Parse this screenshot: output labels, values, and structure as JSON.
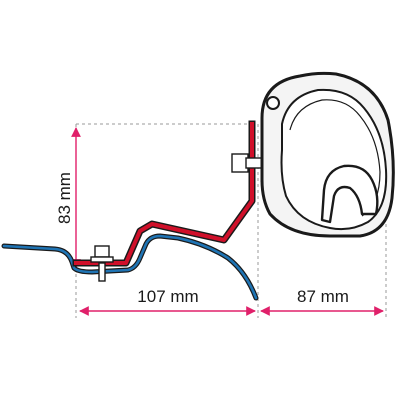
{
  "diagram": {
    "dimensions": {
      "height_label": "83 mm",
      "width_left_label": "107 mm",
      "width_right_label": "87 mm"
    },
    "colors": {
      "bracket": "#d0102a",
      "roof_profile": "#1f74b4",
      "outline": "#1a1a1a",
      "dimension_line": "#e0206a",
      "extension_line": "#999999",
      "housing_fill": "#f4f4f4"
    },
    "parts": {
      "bracket": "adapter-bracket",
      "roof": "roof-profile",
      "housing": "awning-housing",
      "fasteners": [
        "bolt-upper",
        "bolt-lower"
      ]
    }
  }
}
